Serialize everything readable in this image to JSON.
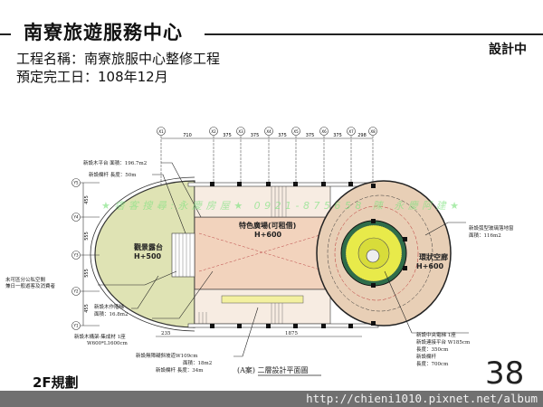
{
  "header": {
    "title": "南寮旅遊服務中心",
    "status": "設計中",
    "project_name": "工程名稱：南寮旅服中心整修工程",
    "completion_date": "預定完工日：108年12月"
  },
  "plan": {
    "caption": "(A案) 二層設計平面圖",
    "x_grid": [
      "X1",
      "X2",
      "X3",
      "X4",
      "X5",
      "X6",
      "X7",
      "X8"
    ],
    "x_dims": [
      "710",
      "375",
      "375",
      "375",
      "375",
      "375",
      "298"
    ],
    "y_grid": [
      "Y5",
      "Y4",
      "Y3",
      "Y2",
      "Y1"
    ],
    "y_dims": [
      "455",
      "555",
      "555",
      "455"
    ],
    "bottom_dims": [
      "235",
      "1875"
    ],
    "zones": {
      "plaza": "特色廣場(可租借)",
      "plaza_height": "H+600",
      "terrace": "觀景露台",
      "terrace_height": "H+500",
      "ring": "環狀空廊",
      "ring_height": "H+600"
    },
    "notes": {
      "deck": "新設木平台 面積：196.7m2",
      "railing": "新設欄杆 長度：50m",
      "public_1": "未可區分公私空間",
      "public_2": "兼日一般遊客及消費者",
      "stairs_1": "新設木作階梯",
      "stairs_2": "面積：16.8m2",
      "frame_1": "新設木構架-集成材 1座",
      "frame_2": "W600*L1600cm",
      "ramp_1": "新設無障礙斜坡道W109cm",
      "ramp_2": "面積：18m2",
      "ramp_3": "新設欄杆 長度：34m",
      "glass_1": "新設弧型玻璃落地窗",
      "glass_2": "面積：116m2",
      "elev_1": "新設中央電梯 1座",
      "elev_2": "新設連接平台 W185cm",
      "elev_3": "長度：350cm",
      "elev_4": "新設欄杆",
      "elev_5": "長度：700cm"
    },
    "watermark": "★痞客搜尋:永慶房屋★ 0921-875658 陳 永慶阿建★",
    "colors": {
      "plaza": "#f2d3bd",
      "terrace": "#dfe3b4",
      "ring": "#e8cfb6",
      "core": "#e8ea4a",
      "watermark": "#7fe27f"
    }
  },
  "footer": {
    "page_name": "2F規劃",
    "page_number": "38",
    "url": "http://chieni1010.pixnet.net/album"
  }
}
